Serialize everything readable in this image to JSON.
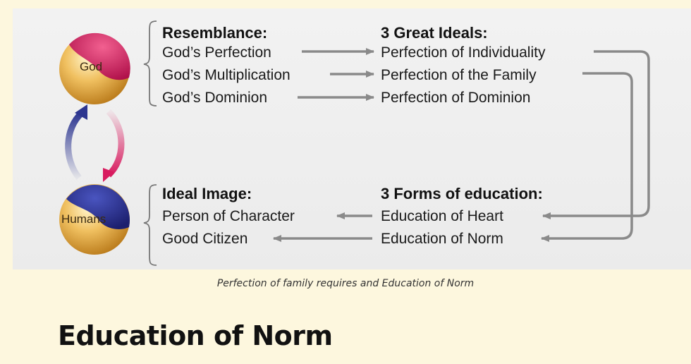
{
  "resemblance": {
    "heading": "Resemblance:",
    "items": [
      "God’s Perfection",
      "God’s Multiplication",
      "God’s Dominion"
    ]
  },
  "great_ideals": {
    "heading": "3 Great Ideals:",
    "items": [
      "Perfection of Individuality",
      "Perfection of the Family",
      "Perfection of Dominion"
    ]
  },
  "ideal_image": {
    "heading": "Ideal Image:",
    "items": [
      "Person of Character",
      "Good Citizen"
    ]
  },
  "forms_of_education": {
    "heading": "3 Forms of education:",
    "items": [
      "Education of Heart",
      "Education of Norm"
    ]
  },
  "spheres": {
    "god": "God",
    "humans": "Humans"
  },
  "caption": "Perfection of family requires and Education of Norm",
  "title": "Education of Norm",
  "colors": {
    "page_bg": "#fdf7de",
    "panel_bg": "#eeeeee",
    "arrow": "#8a8a8a",
    "god_accent": "#d81b5f",
    "humans_accent": "#2a2f8f",
    "sphere_base": "#e9b146"
  }
}
